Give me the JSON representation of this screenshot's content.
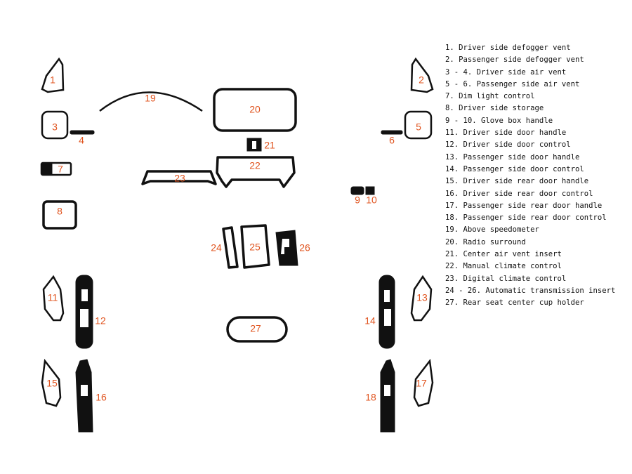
{
  "diagram": {
    "numbers": {
      "n1": "1",
      "n2": "2",
      "n3": "3",
      "n4": "4",
      "n5": "5",
      "n6": "6",
      "n7": "7",
      "n8": "8",
      "n9": "9",
      "n10": "10",
      "n11": "11",
      "n12": "12",
      "n13": "13",
      "n14": "14",
      "n15": "15",
      "n16": "16",
      "n17": "17",
      "n18": "18",
      "n19": "19",
      "n20": "20",
      "n21": "21",
      "n22": "22",
      "n23": "23",
      "n24": "24",
      "n25": "25",
      "n26": "26",
      "n27": "27"
    }
  },
  "legend": [
    "1. Driver side defogger vent",
    "2. Passenger side defogger vent",
    "3 - 4. Driver side air vent",
    "5 - 6. Passenger side air vent",
    "7. Dim light control",
    "8. Driver side storage",
    "9 - 10. Glove box handle",
    "11. Driver side door handle",
    "12. Driver side door control",
    "13. Passenger side door handle",
    "14. Passenger side door control",
    "15. Driver side rear door handle",
    "16. Driver side rear door control",
    "17. Passenger side rear door handle",
    "18. Passenger side rear door control",
    "19. Above speedometer",
    "20. Radio surround",
    "21. Center air vent insert",
    "22. Manual climate control",
    "23. Digital climate control",
    "24 - 26. Automatic transmission insert",
    "27. Rear seat center cup holder"
  ],
  "colors": {
    "label": "#e0541f",
    "outline": "#111111"
  }
}
